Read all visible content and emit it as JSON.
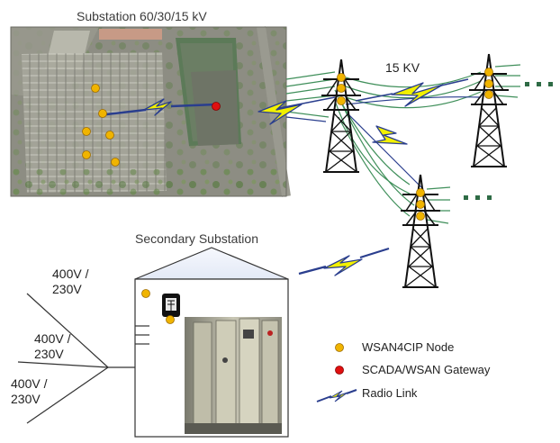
{
  "title": "Substation 60/30/15 kV",
  "line_label": "15 KV",
  "secondary_title": "Secondary Substation",
  "voltages": [
    {
      "line1": "400V /",
      "line2": "230V"
    },
    {
      "line1": "400V /",
      "line2": "230V"
    },
    {
      "line1": "400V /",
      "line2": "230V"
    }
  ],
  "legend": [
    {
      "label": "WSAN4CIP Node",
      "color": "#f0b400",
      "icon": "yellow-dot-icon"
    },
    {
      "label": "SCADA/WSAN Gateway",
      "color": "#e01010",
      "icon": "red-dot-icon"
    },
    {
      "label": "Radio Link",
      "color": "#f2f000",
      "icon": "lightning-icon"
    }
  ],
  "colors": {
    "node": "#f0b400",
    "gateway": "#e01010",
    "wire_green": "#3f8f5a",
    "wire_blue": "#2a3e8e",
    "bolt": "#f2f000",
    "tower": "#111111",
    "aerial_bg": "#8c8d82"
  }
}
